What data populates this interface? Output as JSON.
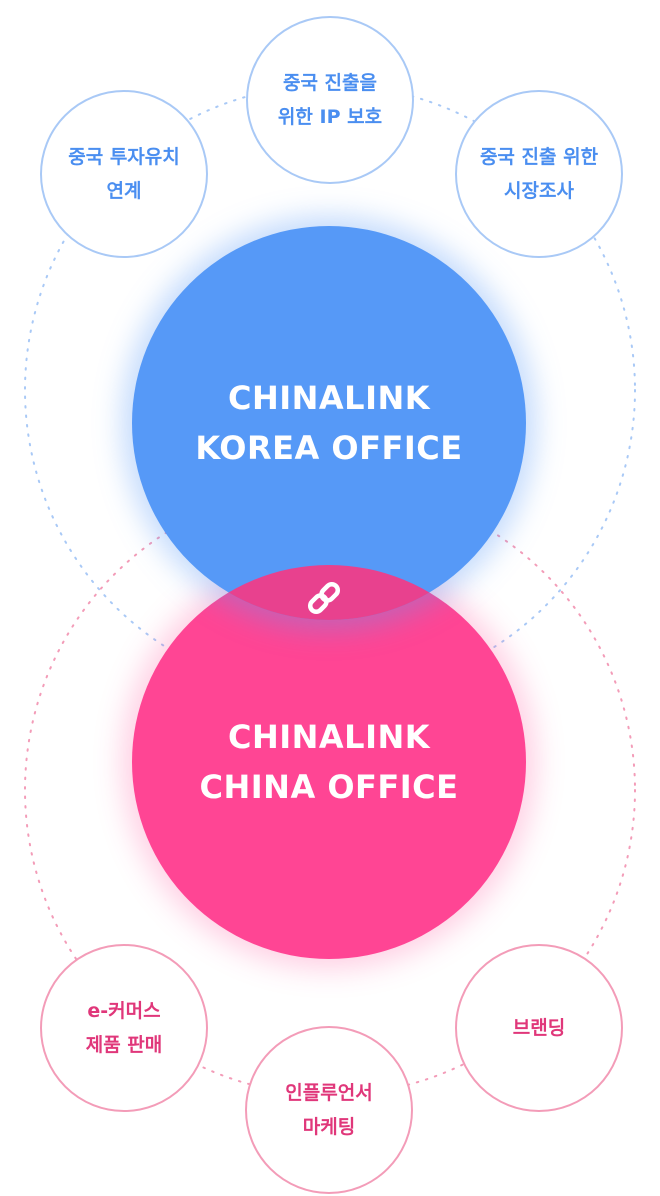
{
  "korea": {
    "line1": "CHINALINK",
    "line2": "KOREA OFFICE",
    "color": "#5699f7",
    "services": [
      {
        "line1": "중국 투자유치",
        "line2": "연계"
      },
      {
        "line1": "중국 진출을",
        "line2": "위한 IP 보호"
      },
      {
        "line1": "중국 진출 위한",
        "line2": "시장조사"
      }
    ]
  },
  "china": {
    "line1": "CHINALINK",
    "line2": "CHINA OFFICE",
    "color": "#ff4594",
    "services": [
      {
        "line1": "e-커머스",
        "line2": "제품 판매"
      },
      {
        "line1": "인플루언서",
        "line2": "마케팅"
      },
      {
        "line1": "브랜딩",
        "line2": ""
      }
    ]
  },
  "overlap_color": "#e8418e",
  "icon": "chain-link-icon"
}
